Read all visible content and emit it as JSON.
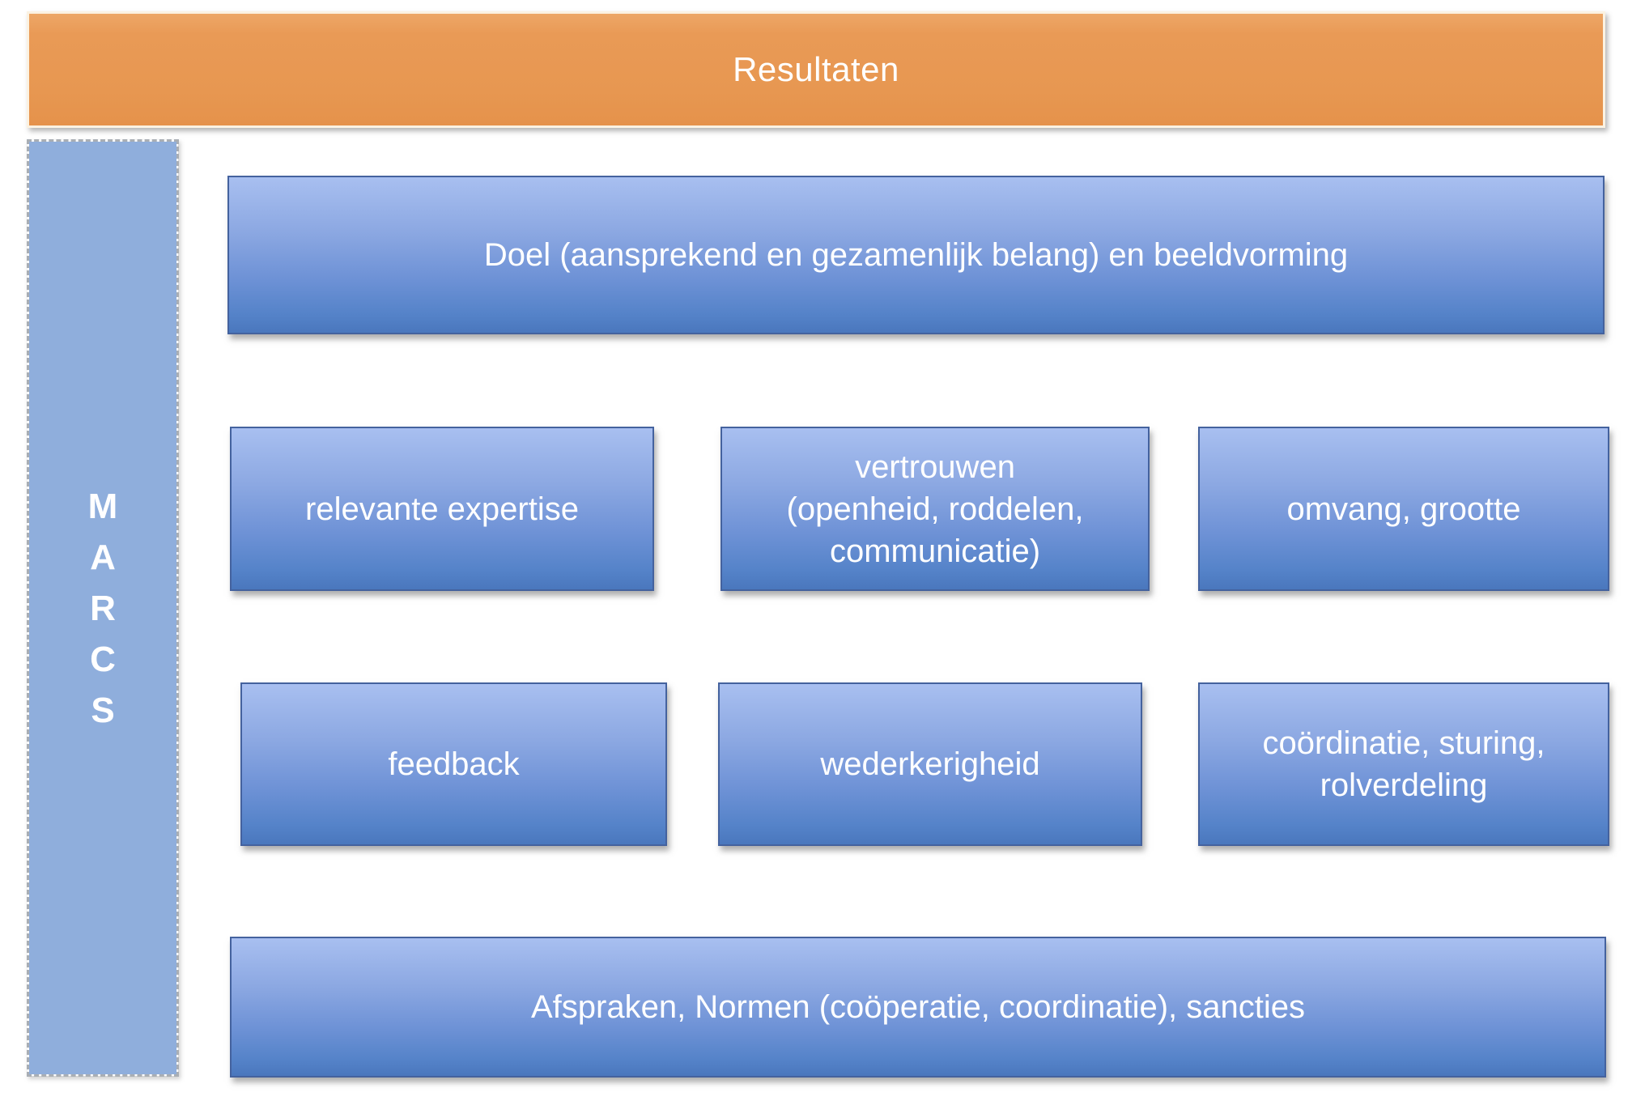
{
  "title_banner": {
    "label": "Resultaten"
  },
  "marcs_bar": {
    "letters": [
      "M",
      "A",
      "R",
      "C",
      "S"
    ]
  },
  "boxes": {
    "doel": {
      "label": "Doel (aansprekend en gezamenlijk belang) en beeldvorming"
    },
    "relevante_expertise": {
      "label": "relevante expertise"
    },
    "vertrouwen": {
      "lines": [
        "vertrouwen",
        "(openheid, roddelen,",
        "communicatie)"
      ]
    },
    "omvang": {
      "label": "omvang, grootte"
    },
    "feedback": {
      "label": "feedback"
    },
    "wederkerigheid": {
      "label": "wederkerigheid"
    },
    "coordinatie": {
      "lines": [
        "coördinatie, sturing,",
        "rolverdeling"
      ]
    },
    "afspraken": {
      "label": "Afspraken, Normen (coöperatie, coordinatie), sancties"
    }
  },
  "colors": {
    "banner_orange": "#E7974F",
    "banner_border_cream": "#FBF2E2",
    "box_blue_top": "#A8BFF0",
    "box_blue_bottom": "#4A77BD",
    "box_border_blue": "#44629E",
    "marcs_fill": "#8FAEDC",
    "text_white": "#FFFFFF"
  }
}
